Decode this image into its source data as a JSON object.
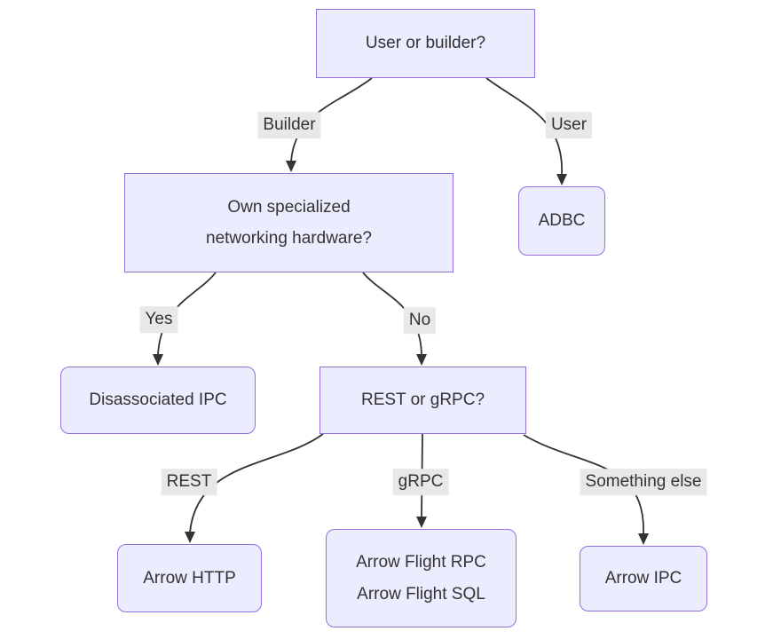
{
  "diagram": {
    "type": "flowchart",
    "direction": "top-down",
    "colors": {
      "background": "#ffffff",
      "node_fill": "#ECECFF",
      "node_border": "#9370DB",
      "edge": "#333333",
      "label_bg": "#e8e8e8",
      "text": "#333333"
    },
    "nodes": {
      "user_or_builder": {
        "label": "User or builder?",
        "shape": "rectangle"
      },
      "own_hardware": {
        "line1": "Own specialized",
        "line2": "networking hardware?",
        "shape": "rectangle"
      },
      "adbc": {
        "label": "ADBC",
        "shape": "rounded"
      },
      "disassociated_ipc": {
        "label": "Disassociated IPC",
        "shape": "rounded"
      },
      "rest_or_grpc": {
        "label": "REST or gRPC?",
        "shape": "rectangle"
      },
      "arrow_http": {
        "label": "Arrow HTTP",
        "shape": "rounded"
      },
      "arrow_flight": {
        "line1": "Arrow Flight RPC",
        "line2": "Arrow Flight SQL",
        "shape": "rounded"
      },
      "arrow_ipc": {
        "label": "Arrow IPC",
        "shape": "rounded"
      }
    },
    "edges": {
      "builder": {
        "from": "user_or_builder",
        "to": "own_hardware",
        "label": "Builder"
      },
      "user": {
        "from": "user_or_builder",
        "to": "adbc",
        "label": "User"
      },
      "yes": {
        "from": "own_hardware",
        "to": "disassociated_ipc",
        "label": "Yes"
      },
      "no": {
        "from": "own_hardware",
        "to": "rest_or_grpc",
        "label": "No"
      },
      "rest": {
        "from": "rest_or_grpc",
        "to": "arrow_http",
        "label": "REST"
      },
      "grpc": {
        "from": "rest_or_grpc",
        "to": "arrow_flight",
        "label": "gRPC"
      },
      "something_else": {
        "from": "rest_or_grpc",
        "to": "arrow_ipc",
        "label": "Something else"
      }
    }
  }
}
